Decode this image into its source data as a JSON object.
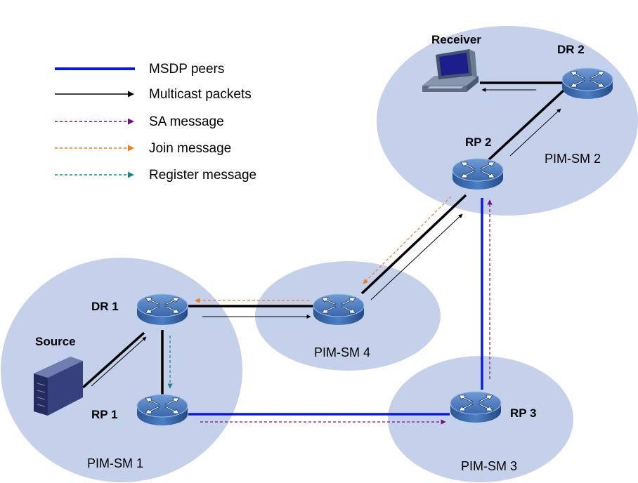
{
  "legend": {
    "msdp_peers": "MSDP peers",
    "multicast_packets": "Multicast packets",
    "sa_message": "SA message",
    "join_message": "Join message",
    "register_message": "Register message"
  },
  "domains": {
    "pim_sm_1": "PIM-SM 1",
    "pim_sm_2": "PIM-SM 2",
    "pim_sm_3": "PIM-SM 3",
    "pim_sm_4": "PIM-SM 4"
  },
  "nodes": {
    "receiver": "Receiver",
    "source": "Source",
    "dr1": "DR 1",
    "dr2": "DR 2",
    "rp1": "RP 1",
    "rp2": "RP 2",
    "rp3": "RP 3"
  },
  "colors": {
    "domain_fill": "#c5d1ea",
    "msdp": "#0a1ad8",
    "multicast": "#000000",
    "sa": "#7b0a84",
    "join": "#f07a1c",
    "register": "#13868a",
    "router_top": "#3d6fb8",
    "router_side": "#24508f"
  }
}
